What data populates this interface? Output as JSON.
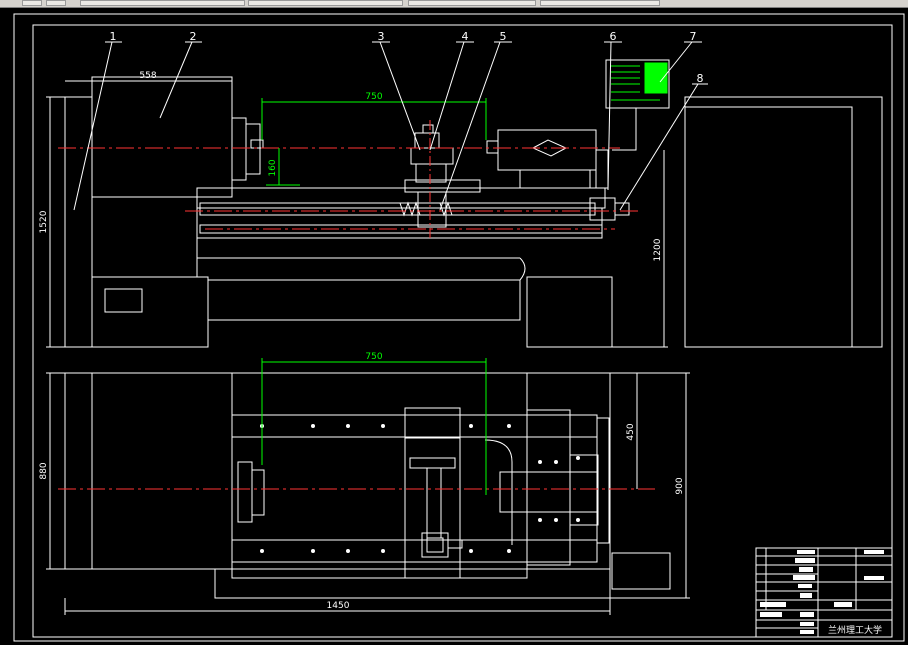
{
  "toolbar": {
    "buttons": [
      "toolbar-button-1",
      "toolbar-button-2",
      "toolbar-button-3",
      "toolbar-button-4",
      "toolbar-button-5",
      "toolbar-button-6"
    ]
  },
  "callouts": [
    "1",
    "2",
    "3",
    "4",
    "5",
    "6",
    "7",
    "8"
  ],
  "dimensions": {
    "chuck_width": "558",
    "stroke_front": "750",
    "center_height": "160",
    "overall_height": "1520",
    "bed_height": "1200",
    "stroke_top": "750",
    "rail_span": "450",
    "overall_depth": "880",
    "base_depth": "900",
    "overall_length": "1450"
  },
  "title_block": {
    "school": "兰州理工大学"
  },
  "colors": {
    "background": "#000000",
    "lines": "#ffffff",
    "dimension": "#00ff00",
    "centerline": "#ff3333",
    "panel_screen": "#00ff00"
  }
}
